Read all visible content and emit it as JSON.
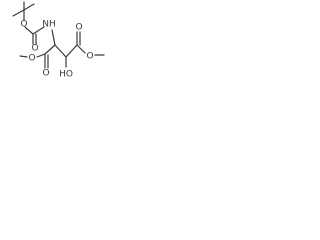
{
  "molecule": {
    "atoms": {
      "nh": "NH",
      "o_carbamate_carbonyl": "O",
      "o_carbamate_ester": "O",
      "o_ester_left_carbonyl": "O",
      "o_ester_left_single": "O",
      "o_hydroxyl": "HO",
      "o_ester_right_carbonyl": "O",
      "o_ester_right_single": "O"
    }
  },
  "colors": {
    "bond": "#3a3a3a",
    "label": "#3a3a3a",
    "background": "#ffffff"
  }
}
